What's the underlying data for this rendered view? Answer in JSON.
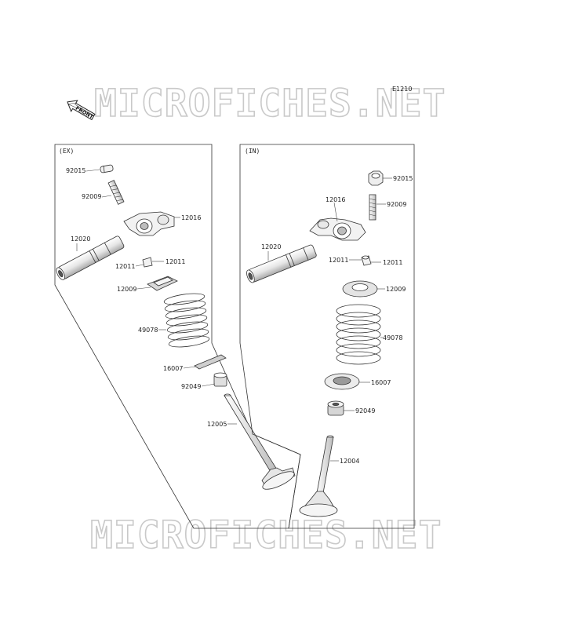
{
  "diagram_code": "E1210",
  "front_label": "FRONT",
  "watermark_top": "MICROFICHES.NET",
  "watermark_bottom": "MICROFICHES.NET",
  "ex_panel": {
    "heading": "(EX)",
    "labels": [
      "92015",
      "92009",
      "12016",
      "12020",
      "12011",
      "12011",
      "12009",
      "49078",
      "16007",
      "92049",
      "12005"
    ]
  },
  "in_panel": {
    "heading": "(IN)",
    "labels": [
      "92015",
      "92009",
      "12016",
      "12020",
      "12011",
      "12011",
      "12009",
      "49078",
      "16007",
      "92049",
      "12004"
    ]
  },
  "colors": {
    "line": "#333333",
    "part_fill": "#f2f2f2",
    "shade": "#bdbdbd",
    "watermark": "#c9c9c9"
  }
}
